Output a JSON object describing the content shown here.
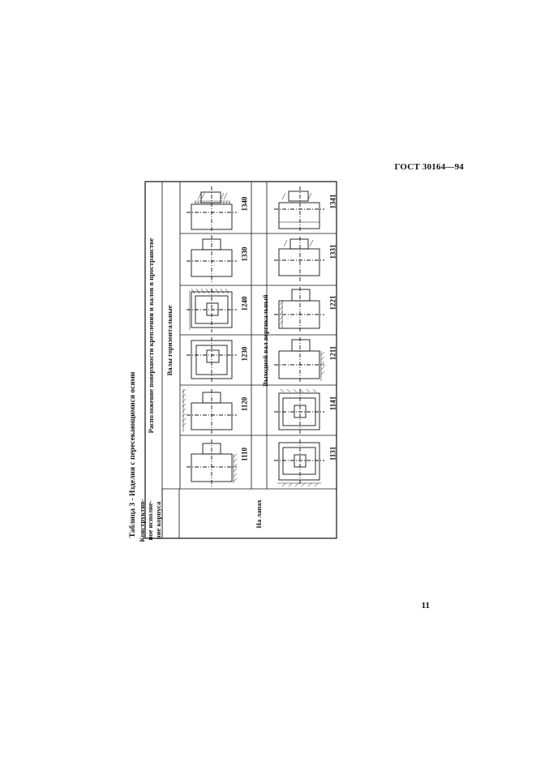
{
  "header": {
    "standard": "ГОСТ 30164—94"
  },
  "footer": {
    "page_number": "11"
  },
  "table": {
    "caption": "Таблица 3 - Изделия с пересекающимися осями",
    "col_header_design_line1": "Конструктив-",
    "col_header_design_line2": "ное исполне-",
    "col_header_design_line3": "ние корпуса",
    "col_header_location": "Расположение поверхности крепления и валов в пространстве",
    "subheader_horizontal": "Валы горизонтальные",
    "subheader_vertical": "Выходной вал вертикальный",
    "row_design_value": "На лапах",
    "codes_row1": [
      "1110",
      "1120",
      "1230",
      "1240",
      "1330",
      "1340"
    ],
    "codes_row2": [
      "1131",
      "1141",
      "1211",
      "1221",
      "1331",
      "1341"
    ]
  }
}
